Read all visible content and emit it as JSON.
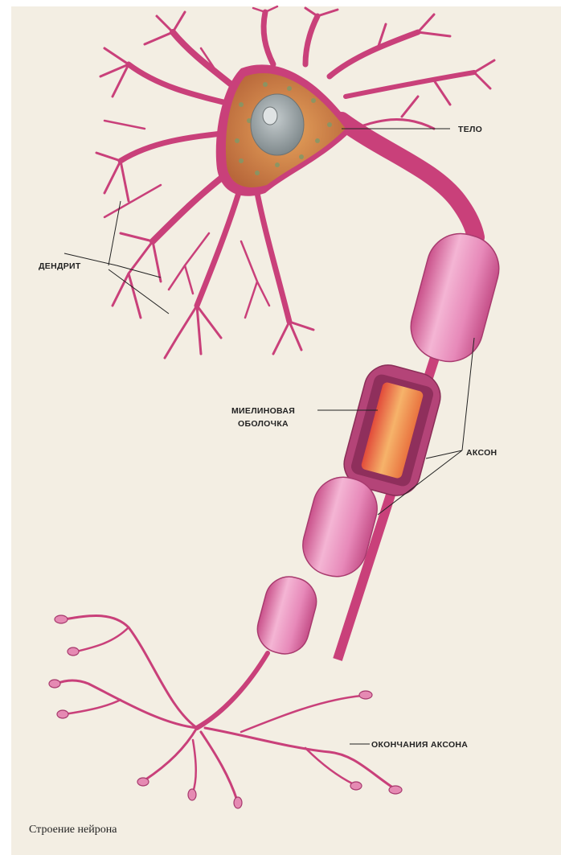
{
  "labels": {
    "body": "ТЕЛО",
    "dendrite": "ДЕНДРИТ",
    "myelin_line1": "МИЕЛИНОВАЯ",
    "myelin_line2": "ОБОЛОЧКА",
    "axon": "АКСОН",
    "axon_terminals": "ОКОНЧАНИЯ АКСОНА"
  },
  "caption": "Строение нейрона",
  "colors": {
    "paper": "#f3eee3",
    "neuron_pink": "#c9407a",
    "myelin_pink": "#e07ab0",
    "cell_body_orange": "#d88a3c",
    "nucleus_grey": "#9aa3a6",
    "axon_core": "#f0904a"
  }
}
